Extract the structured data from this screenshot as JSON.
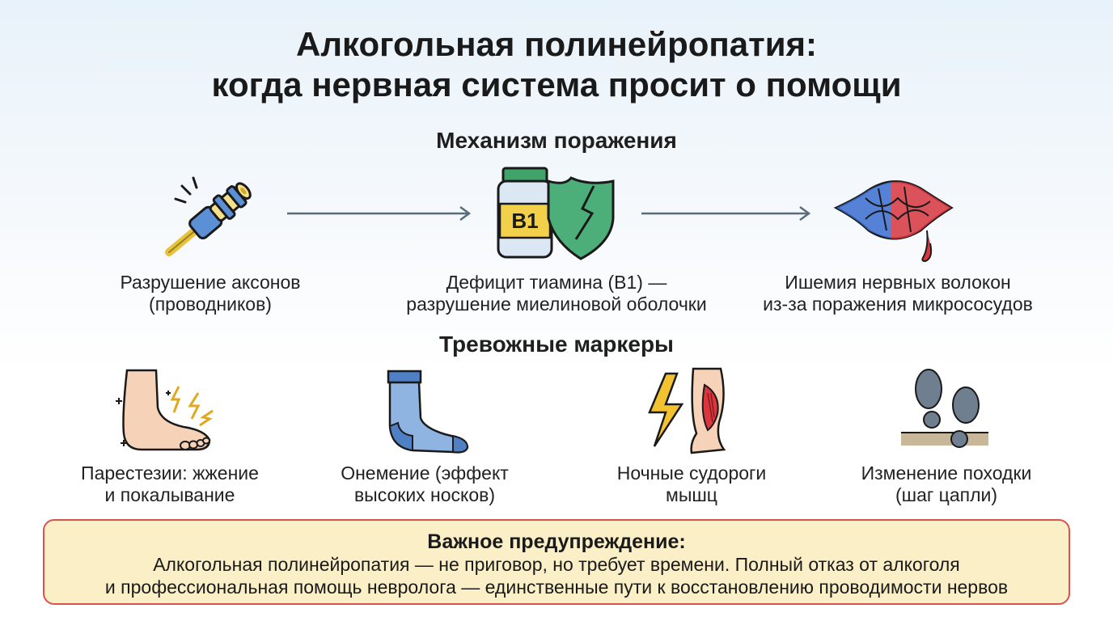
{
  "title": {
    "line1": "Алкогольная полинейропатия:",
    "line2": "когда нервная система просит о помощи"
  },
  "mechanism": {
    "heading": "Механизм поражения",
    "items": [
      {
        "icon": "axon-damage-icon",
        "caption_line1": "Разрушение аксонов",
        "caption_line2": "(проводников)"
      },
      {
        "icon": "thiamine-shield-icon",
        "icon_label": "B1",
        "caption_line1": "Дефицит тиамина (B1) —",
        "caption_line2": "разрушение миелиновой оболочки"
      },
      {
        "icon": "microvessels-icon",
        "caption_line1": "Ишемия нервных волокон",
        "caption_line2": "из-за поражения микрососудов"
      }
    ]
  },
  "markers": {
    "heading": "Тревожные маркеры",
    "items": [
      {
        "icon": "foot-tingling-icon",
        "caption_line1": "Парестезии: жжение",
        "caption_line2": "и покалывание"
      },
      {
        "icon": "sock-icon",
        "caption_line1": "Онемение (эффект",
        "caption_line2": "высоких носков)"
      },
      {
        "icon": "leg-cramp-icon",
        "caption_line1": "Ночные судороги",
        "caption_line2": "мышц"
      },
      {
        "icon": "footprints-icon",
        "caption_line1": "Изменение походки",
        "caption_line2": "(шаг цапли)"
      }
    ]
  },
  "warning": {
    "title": "Важное предупреждение:",
    "line1": "Алкогольная полинейропатия — не приговор, но требует времени. Полный отказ от алкоголя",
    "line2": "и профессиональная помощь невролога — единственные пути к восстановлению проводимости нервов"
  },
  "colors": {
    "arrow": "#5a6b7a",
    "warning_bg": "#fbefc7",
    "warning_border": "#d9534f",
    "shield": "#4caf7a",
    "vein_blue": "#3b6fd1",
    "vein_red": "#d9363e"
  }
}
